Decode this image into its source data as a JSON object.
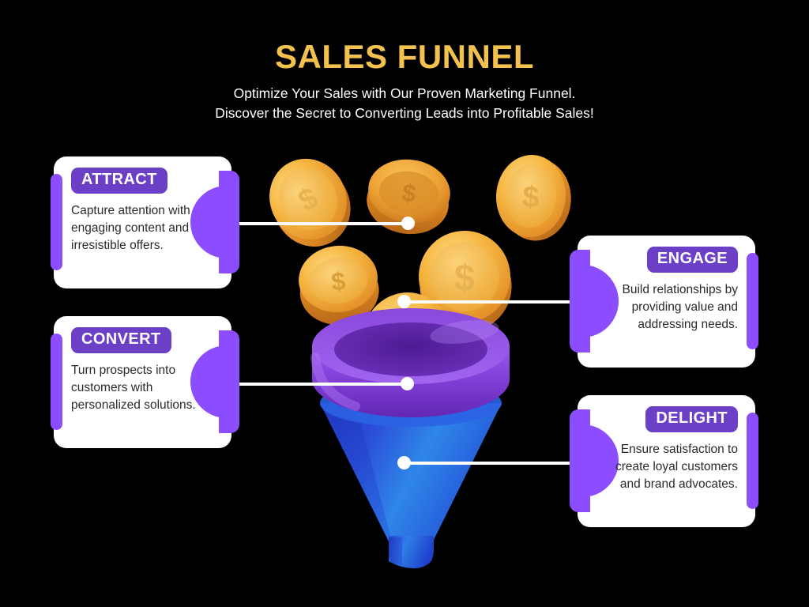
{
  "header": {
    "title": "SALES FUNNEL",
    "subtitle_line1": "Optimize Your Sales with Our Proven Marketing Funnel.",
    "subtitle_line2": "Discover the Secret to Converting Leads into Profitable Sales!"
  },
  "colors": {
    "background": "#000000",
    "title": "#F2C14E",
    "subtitle": "#FFFFFF",
    "card_background": "#FFFFFF",
    "badge": "#6C3FC7",
    "accent_bar": "#8B4DFF",
    "body_text": "#2A2A2A",
    "connector": "#FFFFFF",
    "funnel_rim": "#7B3FD4",
    "funnel_cone": "#1F4FE0",
    "coin_gold": "#F0A93B"
  },
  "cards": [
    {
      "id": "attract",
      "side": "left",
      "badge": "ATTRACT",
      "description": "Capture attention with engaging content and irresistible offers."
    },
    {
      "id": "convert",
      "side": "left",
      "badge": "CONVERT",
      "description": "Turn prospects into customers with personalized solutions."
    },
    {
      "id": "engage",
      "side": "right",
      "badge": "ENGAGE",
      "description": "Build relationships by providing value and addressing needs."
    },
    {
      "id": "delight",
      "side": "right",
      "badge": "DELIGHT",
      "description": "Ensure satisfaction to create loyal customers and brand advocates."
    }
  ],
  "illustration": {
    "funnel_label": "3d-funnel",
    "coin_label": "gold-dollar-coin",
    "coin_symbol": "$",
    "coin_count": 6
  }
}
